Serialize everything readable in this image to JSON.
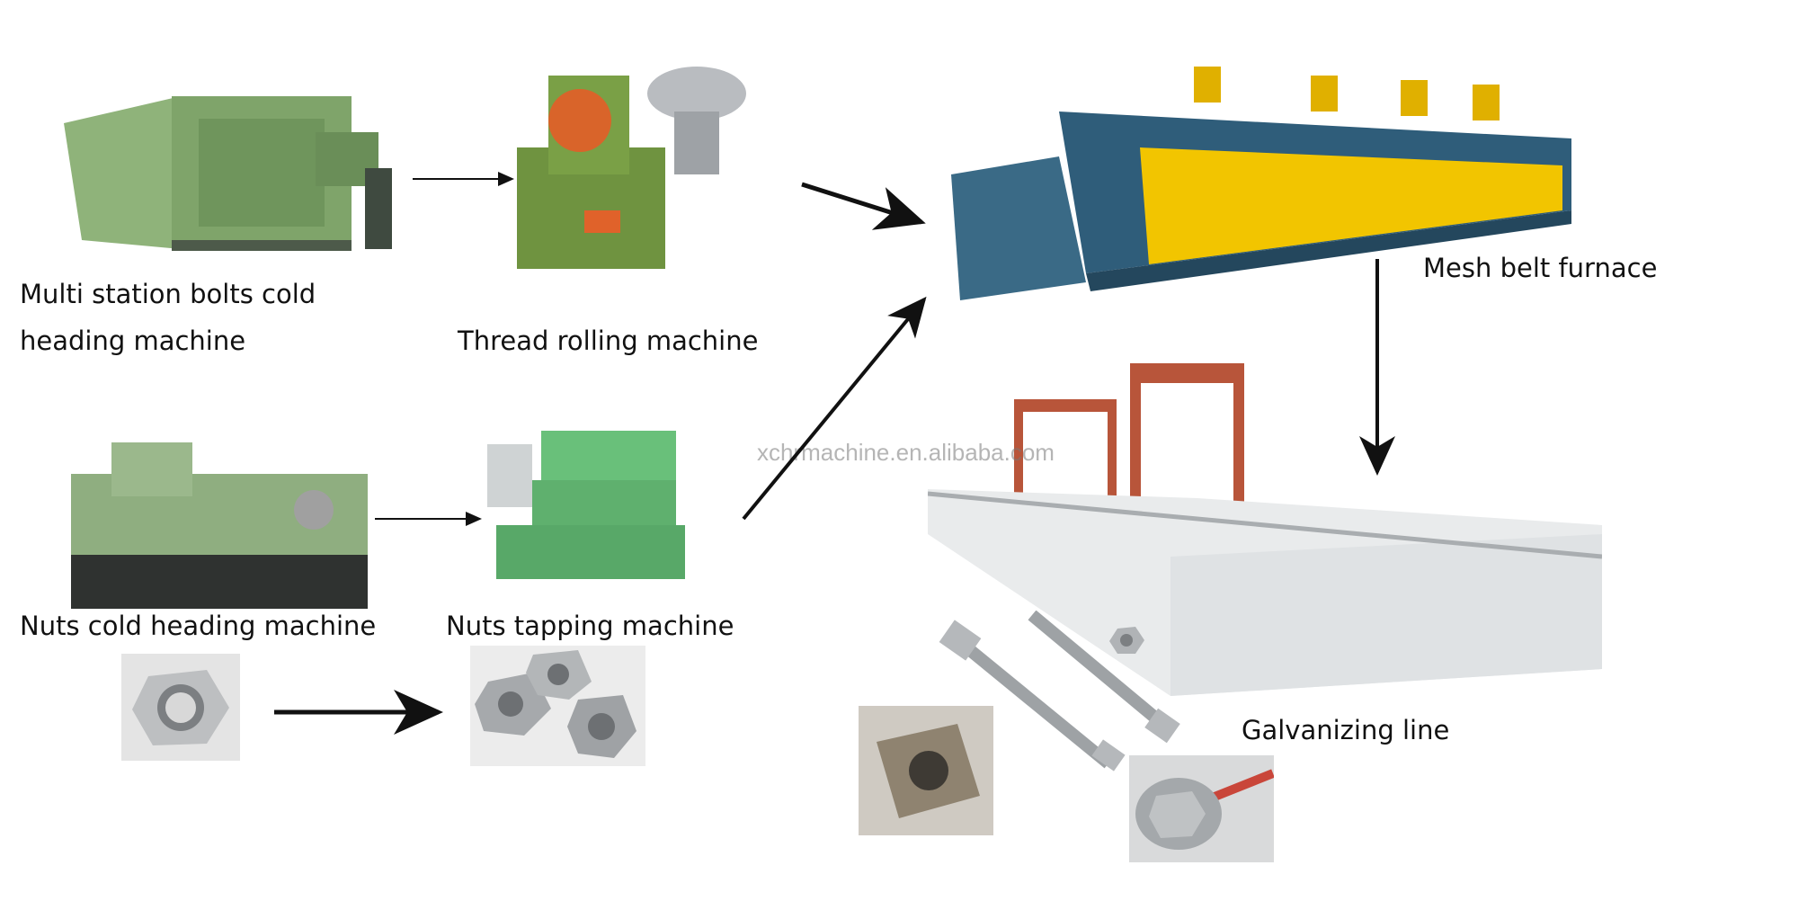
{
  "labels": {
    "multi_station_line1": "Multi station bolts cold",
    "multi_station_line2": "heading machine",
    "thread_rolling": "Thread rolling machine",
    "mesh_belt_furnace": "Mesh belt furnace",
    "nuts_cold_heading": "Nuts cold heading machine",
    "nuts_tapping": "Nuts tapping machine",
    "galvanizing_line": "Galvanizing line"
  },
  "watermark": "xchrmachine.en.alibaba.com",
  "colors": {
    "machine_green": "#7fa46a",
    "furnace_yellow": "#f2c500",
    "furnace_blue": "#2f5d7a",
    "gantry_red": "#b8553a",
    "tank_white": "#e9ebec",
    "steel": "#a9adb0",
    "arrow": "#111111"
  }
}
